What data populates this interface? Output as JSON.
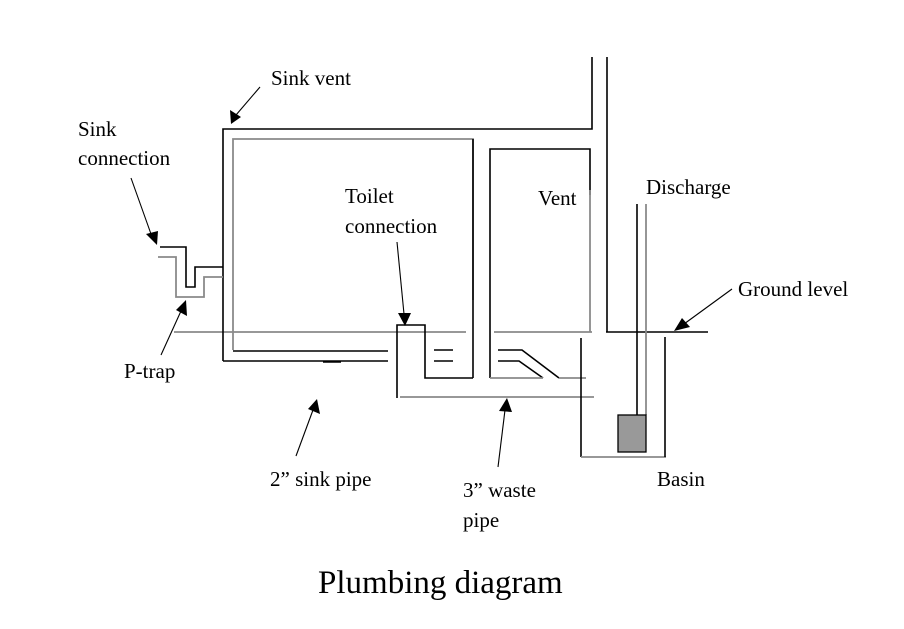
{
  "title": "Plumbing diagram",
  "labels": {
    "sink_vent": "Sink vent",
    "sink_connection_line1": "Sink",
    "sink_connection_line2": "connection",
    "toilet_connection_line1": "Toilet",
    "toilet_connection_line2": "connection",
    "vent": "Vent",
    "discharge": "Discharge",
    "ground_level": "Ground level",
    "p_trap": "P-trap",
    "sink_pipe": "2” sink pipe",
    "waste_pipe_line1": "3” waste",
    "waste_pipe_line2": "pipe",
    "basin": "Basin"
  },
  "colors": {
    "pipe_dark": "#000000",
    "pipe_grey": "#8a8a8a",
    "pump_fill": "#999999"
  }
}
